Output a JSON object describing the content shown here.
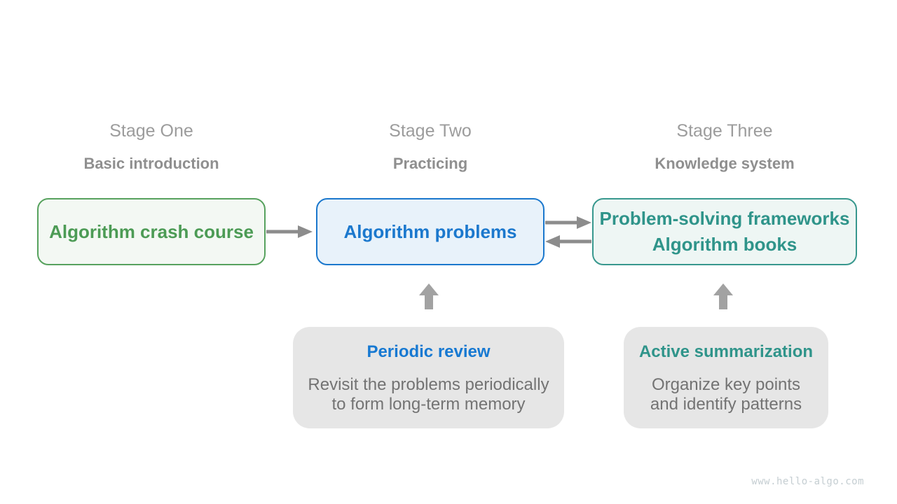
{
  "watermark": "www.hello-algo.com",
  "colors": {
    "green_text": "#4c9b55",
    "green_border": "#57a25e",
    "green_bg": "#f3f8f3",
    "blue_text": "#1b78cd",
    "blue_bg": "#e8f2fa",
    "teal_text": "#2f948a",
    "teal_border": "#38988e",
    "teal_bg": "#eef6f4",
    "stage_title_gray": "#9c9c9c",
    "stage_subtitle_gray": "#8f8f8f",
    "note_bg": "#e6e6e6",
    "note_body_gray": "#737373",
    "arrow_gray": "#8c8c8c",
    "up_arrow_gray": "#a2a2a2"
  },
  "stages": [
    {
      "title": "Stage One",
      "subtitle": "Basic introduction",
      "box": {
        "lines": [
          "Algorithm crash course"
        ],
        "accent": "green"
      }
    },
    {
      "title": "Stage Two",
      "subtitle": "Practicing",
      "box": {
        "lines": [
          "Algorithm problems"
        ],
        "accent": "blue"
      }
    },
    {
      "title": "Stage Three",
      "subtitle": "Knowledge system",
      "box": {
        "lines": [
          "Problem-solving frameworks",
          "Algorithm books"
        ],
        "accent": "teal"
      }
    }
  ],
  "notes": [
    {
      "title": "Periodic review",
      "accent": "blue",
      "lines": [
        "Revisit the problems periodically",
        "to form long-term memory"
      ]
    },
    {
      "title": "Active summarization",
      "accent": "teal",
      "lines": [
        "Organize key points",
        "and identify patterns"
      ]
    }
  ],
  "arrows": [
    {
      "name": "stage1-to-stage2",
      "direction": "right"
    },
    {
      "name": "stage2-to-stage3",
      "direction": "right"
    },
    {
      "name": "stage3-to-stage2",
      "direction": "left"
    },
    {
      "name": "review-to-stage2-box",
      "direction": "up"
    },
    {
      "name": "summarization-to-stage3-box",
      "direction": "up"
    }
  ]
}
